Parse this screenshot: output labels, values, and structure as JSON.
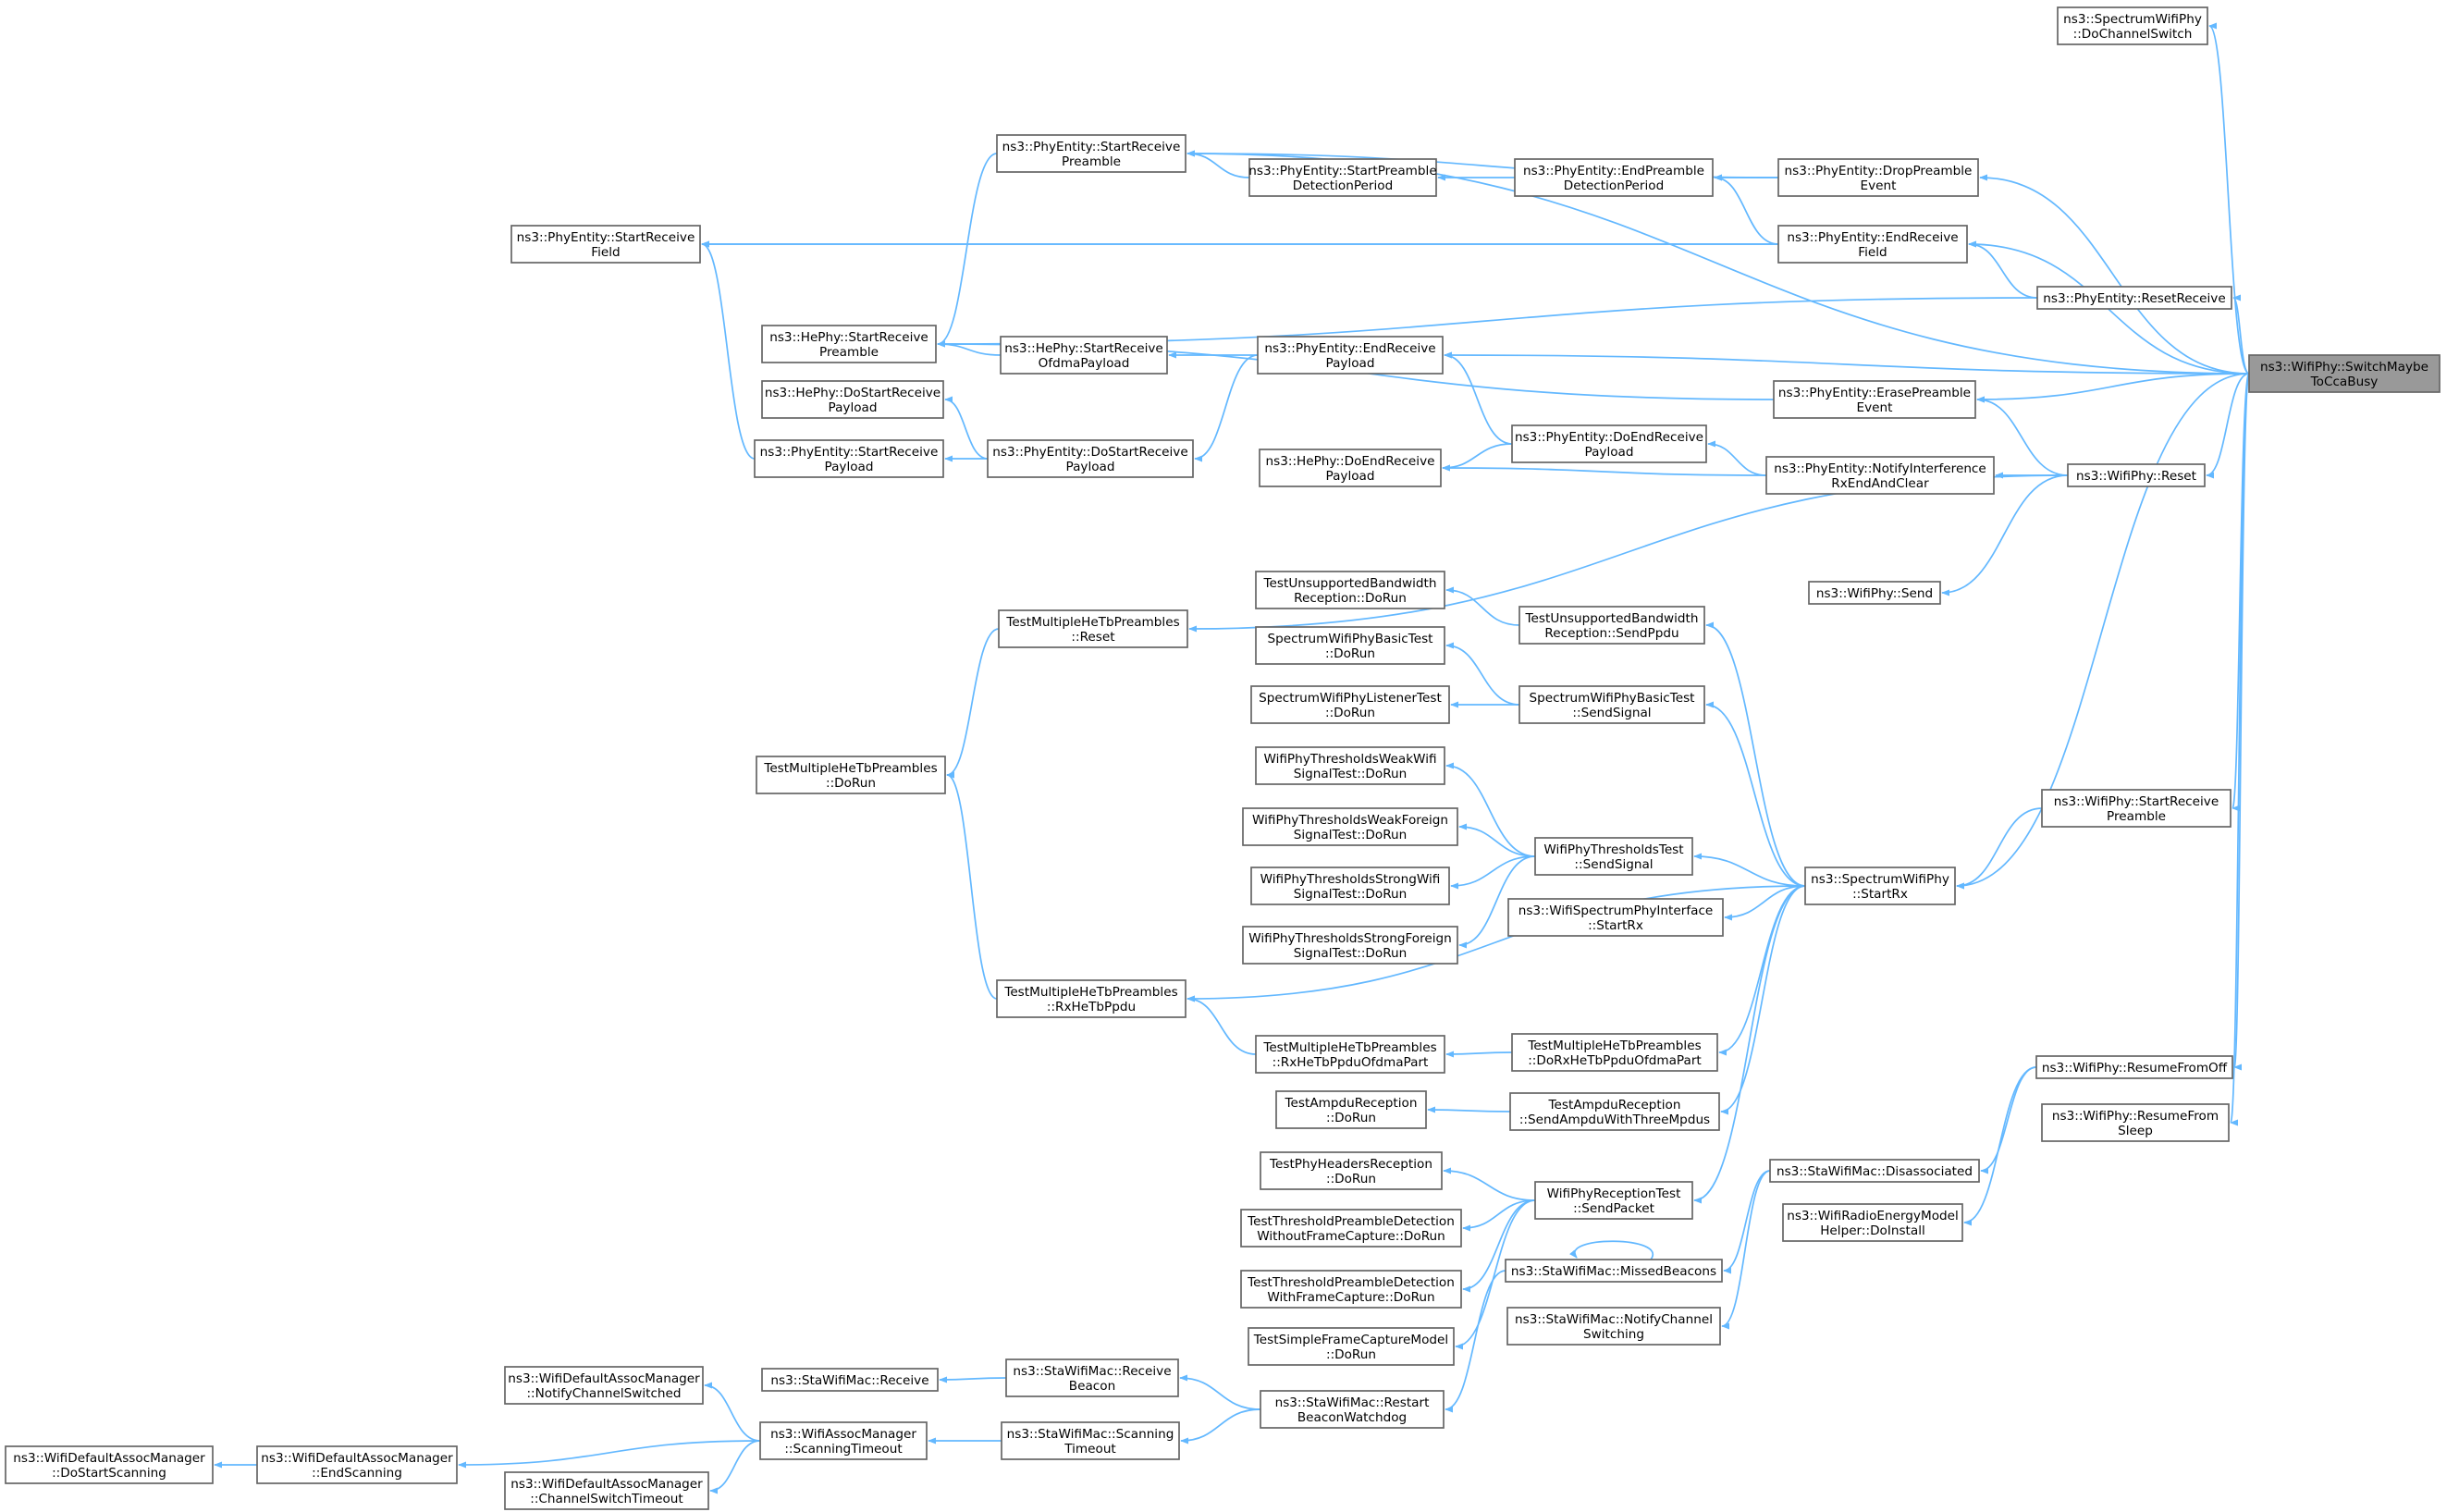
{
  "diagram": {
    "colors": {
      "edge": "#63b8ff",
      "node_border": "#666666",
      "node_fill": "#ffffff",
      "root_fill": "#999999"
    },
    "nodes": [
      {
        "id": "root",
        "lines": [
          "ns3::WifiPhy::SwitchMaybe",
          "ToCcaBusy"
        ],
        "root": true
      },
      {
        "id": "scws",
        "lines": [
          "ns3::SpectrumWifiPhy",
          "::DoChannelSwitch"
        ]
      },
      {
        "id": "pe_srp",
        "lines": [
          "ns3::PhyEntity::StartReceive",
          "Preamble"
        ]
      },
      {
        "id": "pe_dpe",
        "lines": [
          "ns3::PhyEntity::DropPreamble",
          "Event"
        ]
      },
      {
        "id": "pe_spdp",
        "lines": [
          "ns3::PhyEntity::StartPreamble",
          "DetectionPeriod"
        ]
      },
      {
        "id": "pe_epdp",
        "lines": [
          "ns3::PhyEntity::EndPreamble",
          "DetectionPeriod"
        ]
      },
      {
        "id": "pe_srf",
        "lines": [
          "ns3::PhyEntity::StartReceive",
          "Field"
        ]
      },
      {
        "id": "pe_erf",
        "lines": [
          "ns3::PhyEntity::EndReceive",
          "Field"
        ]
      },
      {
        "id": "pe_rr",
        "lines": [
          "ns3::PhyEntity::ResetReceive"
        ]
      },
      {
        "id": "he_srp",
        "lines": [
          "ns3::HePhy::StartReceive",
          "Preamble"
        ]
      },
      {
        "id": "he_srop",
        "lines": [
          "ns3::HePhy::StartReceive",
          "OfdmaPayload"
        ]
      },
      {
        "id": "pe_erp",
        "lines": [
          "ns3::PhyEntity::EndReceive",
          "Payload"
        ]
      },
      {
        "id": "he_dsrp",
        "lines": [
          "ns3::HePhy::DoStartReceive",
          "Payload"
        ]
      },
      {
        "id": "pe_epe",
        "lines": [
          "ns3::PhyEntity::ErasePreamble",
          "Event"
        ]
      },
      {
        "id": "pe_srpay",
        "lines": [
          "ns3::PhyEntity::StartReceive",
          "Payload"
        ]
      },
      {
        "id": "pe_dsrp",
        "lines": [
          "ns3::PhyEntity::DoStartReceive",
          "Payload"
        ]
      },
      {
        "id": "pe_derp",
        "lines": [
          "ns3::PhyEntity::DoEndReceive",
          "Payload"
        ]
      },
      {
        "id": "he_derp",
        "lines": [
          "ns3::HePhy::DoEndReceive",
          "Payload"
        ]
      },
      {
        "id": "pe_nirx",
        "lines": [
          "ns3::PhyEntity::NotifyInterference",
          "RxEndAndClear"
        ]
      },
      {
        "id": "wp_reset",
        "lines": [
          "ns3::WifiPhy::Reset"
        ]
      },
      {
        "id": "wp_send",
        "lines": [
          "ns3::WifiPhy::Send"
        ]
      },
      {
        "id": "tub_dorun",
        "lines": [
          "TestUnsupportedBandwidth",
          "Reception::DoRun"
        ]
      },
      {
        "id": "tub_send",
        "lines": [
          "TestUnsupportedBandwidth",
          "Reception::SendPpdu"
        ]
      },
      {
        "id": "tmhe_reset",
        "lines": [
          "TestMultipleHeTbPreambles",
          "::Reset"
        ]
      },
      {
        "id": "swpb_dorun",
        "lines": [
          "SpectrumWifiPhyBasicTest",
          "::DoRun"
        ]
      },
      {
        "id": "swpl_dorun",
        "lines": [
          "SpectrumWifiPhyListenerTest",
          "::DoRun"
        ]
      },
      {
        "id": "swpb_send",
        "lines": [
          "SpectrumWifiPhyBasicTest",
          "::SendSignal"
        ]
      },
      {
        "id": "tmhe_dorun",
        "lines": [
          "TestMultipleHeTbPreambles",
          "::DoRun"
        ]
      },
      {
        "id": "wptww",
        "lines": [
          "WifiPhyThresholdsWeakWifi",
          "SignalTest::DoRun"
        ]
      },
      {
        "id": "wptwf",
        "lines": [
          "WifiPhyThresholdsWeakForeign",
          "SignalTest::DoRun"
        ]
      },
      {
        "id": "wpt_send",
        "lines": [
          "WifiPhyThresholdsTest",
          "::SendSignal"
        ]
      },
      {
        "id": "wptsw",
        "lines": [
          "WifiPhyThresholdsStrongWifi",
          "SignalTest::DoRun"
        ]
      },
      {
        "id": "wptsf",
        "lines": [
          "WifiPhyThresholdsStrongForeign",
          "SignalTest::DoRun"
        ]
      },
      {
        "id": "swp_srx",
        "lines": [
          "ns3::SpectrumWifiPhy",
          "::StartRx"
        ]
      },
      {
        "id": "wsp_srx",
        "lines": [
          "ns3::WifiSpectrumPhyInterface",
          "::StartRx"
        ]
      },
      {
        "id": "wp_srp",
        "lines": [
          "ns3::WifiPhy::StartReceive",
          "Preamble"
        ]
      },
      {
        "id": "tmhe_rx",
        "lines": [
          "TestMultipleHeTbPreambles",
          "::RxHeTbPpdu"
        ]
      },
      {
        "id": "tmhe_rxo",
        "lines": [
          "TestMultipleHeTbPreambles",
          "::RxHeTbPpduOfdmaPart"
        ]
      },
      {
        "id": "tmhe_dorx",
        "lines": [
          "TestMultipleHeTbPreambles",
          "::DoRxHeTbPpduOfdmaPart"
        ]
      },
      {
        "id": "wp_rfo",
        "lines": [
          "ns3::WifiPhy::ResumeFromOff"
        ]
      },
      {
        "id": "tar_dorun",
        "lines": [
          "TestAmpduReception",
          "::DoRun"
        ]
      },
      {
        "id": "tar_send",
        "lines": [
          "TestAmpduReception",
          "::SendAmpduWithThreeMpdus"
        ]
      },
      {
        "id": "wp_rfs",
        "lines": [
          "ns3::WifiPhy::ResumeFrom",
          "Sleep"
        ]
      },
      {
        "id": "sta_dis",
        "lines": [
          "ns3::StaWifiMac::Disassociated"
        ]
      },
      {
        "id": "tphr",
        "lines": [
          "TestPhyHeadersReception",
          "::DoRun"
        ]
      },
      {
        "id": "wpr_send",
        "lines": [
          "WifiPhyReceptionTest",
          "::SendPacket"
        ]
      },
      {
        "id": "wrem",
        "lines": [
          "ns3::WifiRadioEnergyModel",
          "Helper::DoInstall"
        ]
      },
      {
        "id": "ttpd_wo",
        "lines": [
          "TestThresholdPreambleDetection",
          "WithoutFrameCapture::DoRun"
        ]
      },
      {
        "id": "sta_mb",
        "lines": [
          "ns3::StaWifiMac::MissedBeacons"
        ]
      },
      {
        "id": "ttpd_w",
        "lines": [
          "TestThresholdPreambleDetection",
          "WithFrameCapture::DoRun"
        ]
      },
      {
        "id": "sta_ncs",
        "lines": [
          "ns3::StaWifiMac::NotifyChannel",
          "Switching"
        ]
      },
      {
        "id": "tsfc",
        "lines": [
          "TestSimpleFrameCaptureModel",
          "::DoRun"
        ]
      },
      {
        "id": "wdam_ncs",
        "lines": [
          "ns3::WifiDefaultAssocManager",
          "::NotifyChannelSwitched"
        ]
      },
      {
        "id": "sta_recv",
        "lines": [
          "ns3::StaWifiMac::Receive"
        ]
      },
      {
        "id": "sta_rb",
        "lines": [
          "ns3::StaWifiMac::Receive",
          "Beacon"
        ]
      },
      {
        "id": "sta_rbw",
        "lines": [
          "ns3::StaWifiMac::Restart",
          "BeaconWatchdog"
        ]
      },
      {
        "id": "wam_st",
        "lines": [
          "ns3::WifiAssocManager",
          "::ScanningTimeout"
        ]
      },
      {
        "id": "sta_st",
        "lines": [
          "ns3::StaWifiMac::Scanning",
          "Timeout"
        ]
      },
      {
        "id": "wdam_dss",
        "lines": [
          "ns3::WifiDefaultAssocManager",
          "::DoStartScanning"
        ]
      },
      {
        "id": "wdam_es",
        "lines": [
          "ns3::WifiDefaultAssocManager",
          "::EndScanning"
        ]
      },
      {
        "id": "wdam_cst",
        "lines": [
          "ns3::WifiDefaultAssocManager",
          "::ChannelSwitchTimeout"
        ]
      }
    ]
  }
}
